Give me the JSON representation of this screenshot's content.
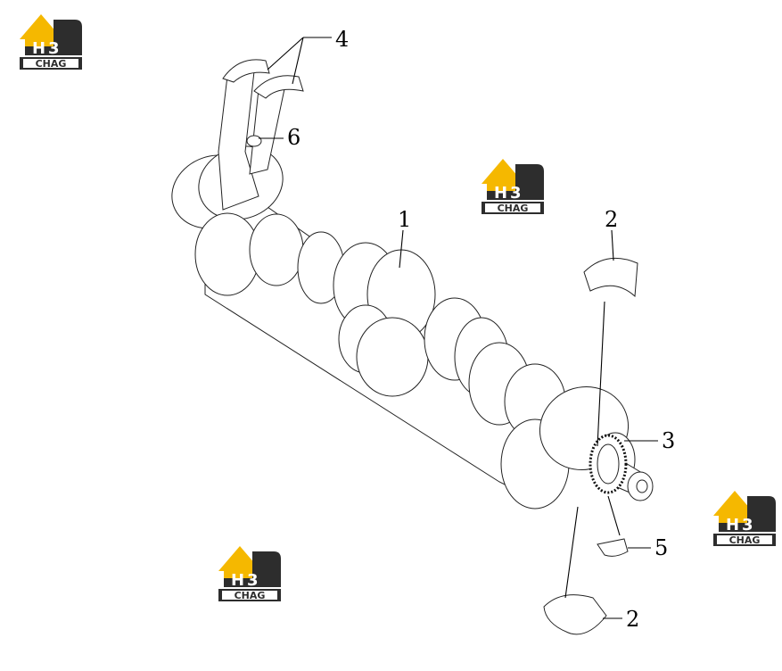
{
  "callouts": [
    {
      "id": "c1",
      "label": "1"
    },
    {
      "id": "c2a",
      "label": "2"
    },
    {
      "id": "c2b",
      "label": "2"
    },
    {
      "id": "c3",
      "label": "3"
    },
    {
      "id": "c4",
      "label": "4"
    },
    {
      "id": "c5",
      "label": "5"
    },
    {
      "id": "c6",
      "label": "6"
    }
  ],
  "watermark": {
    "main": "H3",
    "sub": "CHAG",
    "colors": {
      "roof": "#f5b800",
      "dark": "#2d2d2d",
      "letters": "#ffffff"
    }
  }
}
